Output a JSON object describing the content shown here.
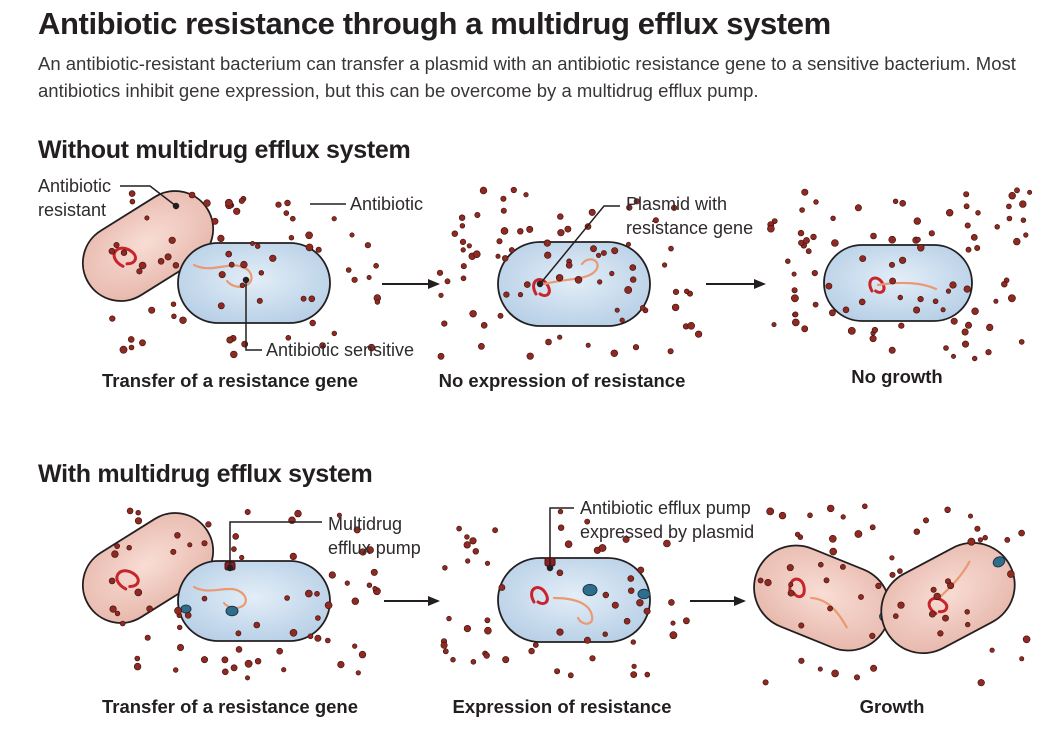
{
  "title": "Antibiotic resistance through a multidrug efflux system",
  "subtitle": "An antibiotic-resistant bacterium can transfer a plasmid with an antibiotic resistance gene to a sensitive bacterium. Most antibiotics inhibit gene expression, but this can be overcome by a multidrug efflux pump.",
  "sections": [
    {
      "heading": "Without multidrug efflux system",
      "labels": {
        "antibiotic_resistant": "Antibiotic resistant",
        "antibiotic": "Antibiotic",
        "plasmid": "Plasmid with resistance gene",
        "antibiotic_sensitive": "Antibiotic sensitive"
      },
      "captions": [
        "Transfer of a resistance gene",
        "No expression of resistance",
        "No growth"
      ]
    },
    {
      "heading": "With multidrug efflux system",
      "labels": {
        "multidrug_pump": "Multidrug efflux pump",
        "efflux_pump_expressed": "Antibiotic efflux pump expressed by plasmid"
      },
      "captions": [
        "Transfer of a resistance gene",
        "Expression of resistance",
        "Growth"
      ]
    }
  ],
  "colors": {
    "resistant_cell": "#f1c9bf",
    "sensitive_cell": "#c9dcee",
    "antibiotic_dot": "#8e2a22",
    "plasmid": "#c8242b",
    "efflux_pump": "#2f6d8c",
    "arrow": "#231f20"
  }
}
